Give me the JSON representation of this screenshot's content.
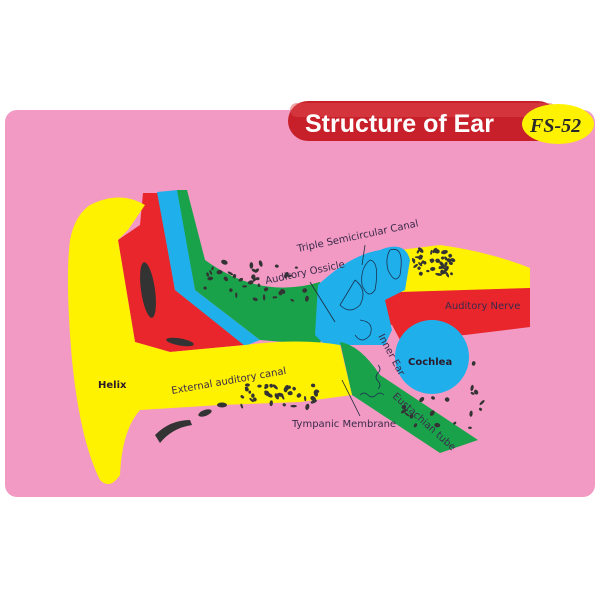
{
  "title": "Structure of Ear",
  "code": "FS-52",
  "labels": {
    "helix": "Helix",
    "canal": "External auditory canal",
    "tympanic": "Tympanic Membrane",
    "eustachian": "Eustachian tube",
    "inner_ear": "Inner Ear",
    "cochlea": "Cochlea",
    "nerve": "Auditory Nerve",
    "ossicle": "Auditory Ossicle",
    "semicircular": "Triple Semicircular Canal"
  },
  "colors": {
    "board": "#f29ac4",
    "yellow": "#fff200",
    "red": "#e8262b",
    "blue": "#1fb0ec",
    "green": "#1aa24a",
    "banner": "#c8202a",
    "bone": "#333333"
  }
}
